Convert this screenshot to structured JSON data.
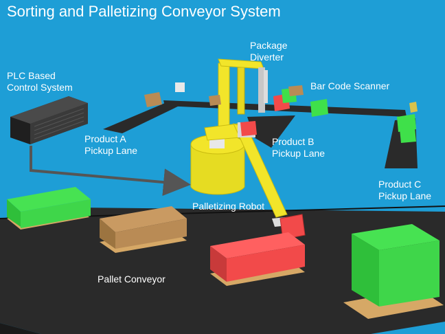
{
  "title": "Sorting and Palletizing Conveyor System",
  "labels": {
    "package_diverter": [
      "Package",
      "Diverter"
    ],
    "plc_control_system": [
      "PLC Based",
      "Control System"
    ],
    "bar_code_scanner": [
      "Bar Code Scanner"
    ],
    "product_a_lane": [
      "Product A",
      "Pickup Lane"
    ],
    "product_b_lane": [
      "Product B",
      "Pickup Lane"
    ],
    "product_c_lane": [
      "Product C",
      "Pickup Lane"
    ],
    "palletizing_robot": [
      "Palletizing Robot"
    ],
    "pallet_conveyor": [
      "Pallet Conveyor"
    ]
  },
  "colors": {
    "background": "#1e9ed6",
    "conveyor_belt": "#2a2a2a",
    "robot_yellow": "#f2e52a",
    "product_green": "#3fe04a",
    "product_red": "#f24a4a",
    "product_tan": "#b98b55",
    "pallet_wood": "#d6a866",
    "plc_cabinet": "#2f2f2f"
  }
}
